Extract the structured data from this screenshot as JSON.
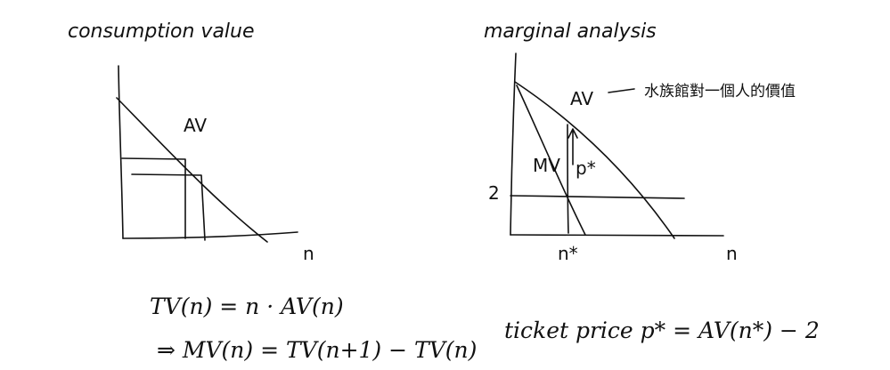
{
  "left": {
    "title": "consumption value",
    "curve_label": "AV",
    "x_axis_label": "n",
    "formula1": "TV(n) = n · AV(n)",
    "formula2": "⇒ MV(n) = TV(n+1) − TV(n)"
  },
  "right": {
    "title": "marginal analysis",
    "av_label": "AV",
    "av_note": "水族館對一個人的價值",
    "mv_label": "MV",
    "p_label": "p*",
    "y_tick_label": "2",
    "n_star_label": "n*",
    "x_axis_label": "n",
    "formula": "ticket price  p* = AV(n*) − 2"
  }
}
